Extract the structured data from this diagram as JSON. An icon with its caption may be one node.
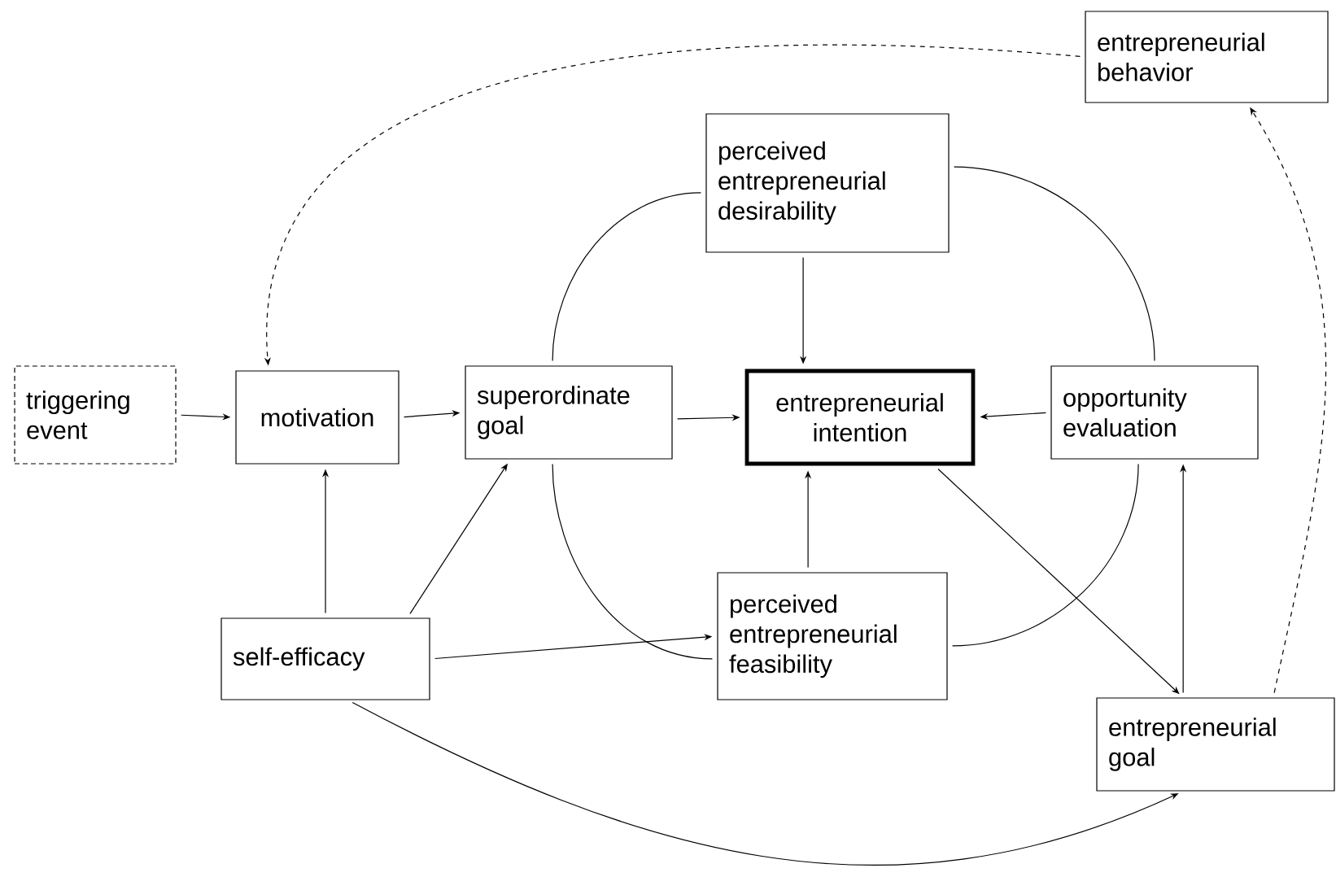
{
  "diagram": {
    "nodes": [
      {
        "text": [
          "entrepreneurial behavior"
        ]
      },
      {
        "text": [
          "perceived entrepreneurial desirability"
        ]
      },
      {
        "text": [
          "triggering event"
        ]
      },
      {
        "text": [
          "motivation"
        ]
      },
      {
        "text": [
          "superordinate goal"
        ]
      },
      {
        "text": [
          "entrepreneurial intention"
        ]
      },
      {
        "text": [
          "opportunity evaluation"
        ]
      },
      {
        "text": [
          "self-efficacy"
        ]
      },
      {
        "text": [
          "perceived entrepreneurial feasibility"
        ]
      },
      {
        "text": [
          "entrepreneurial goal"
        ]
      }
    ],
    "edges": [
      {
        "from": 2,
        "to": 3,
        "arrow": "to"
      },
      {
        "from": 3,
        "to": 4,
        "arrow": "to"
      },
      {
        "from": 4,
        "to": 5,
        "arrow": "to"
      },
      {
        "from": 6,
        "to": 5,
        "arrow": "to"
      },
      {
        "from": 1,
        "to": 5,
        "arrow": "to"
      },
      {
        "from": 8,
        "to": 5,
        "arrow": "to"
      },
      {
        "from": 7,
        "to": 3,
        "arrow": "to"
      },
      {
        "from": 7,
        "to": 4,
        "arrow": "to"
      },
      {
        "from": 7,
        "to": 8,
        "arrow": "to"
      },
      {
        "from": 7,
        "to": 9,
        "arrow": "to"
      },
      {
        "from": 5,
        "to": 9,
        "arrow": "to"
      },
      {
        "from": 9,
        "to": 6,
        "arrow": "to"
      },
      {
        "from": 9,
        "to": 0,
        "arrow": "to",
        "style": "dashed"
      },
      {
        "from": 0,
        "to": 3,
        "arrow": "to",
        "style": "dashed"
      },
      {
        "from": 4,
        "to": 1,
        "arrow": "none"
      },
      {
        "from": 1,
        "to": 6,
        "arrow": "none"
      },
      {
        "from": 6,
        "to": 8,
        "arrow": "none"
      },
      {
        "from": 8,
        "to": 4,
        "arrow": "none"
      }
    ]
  }
}
